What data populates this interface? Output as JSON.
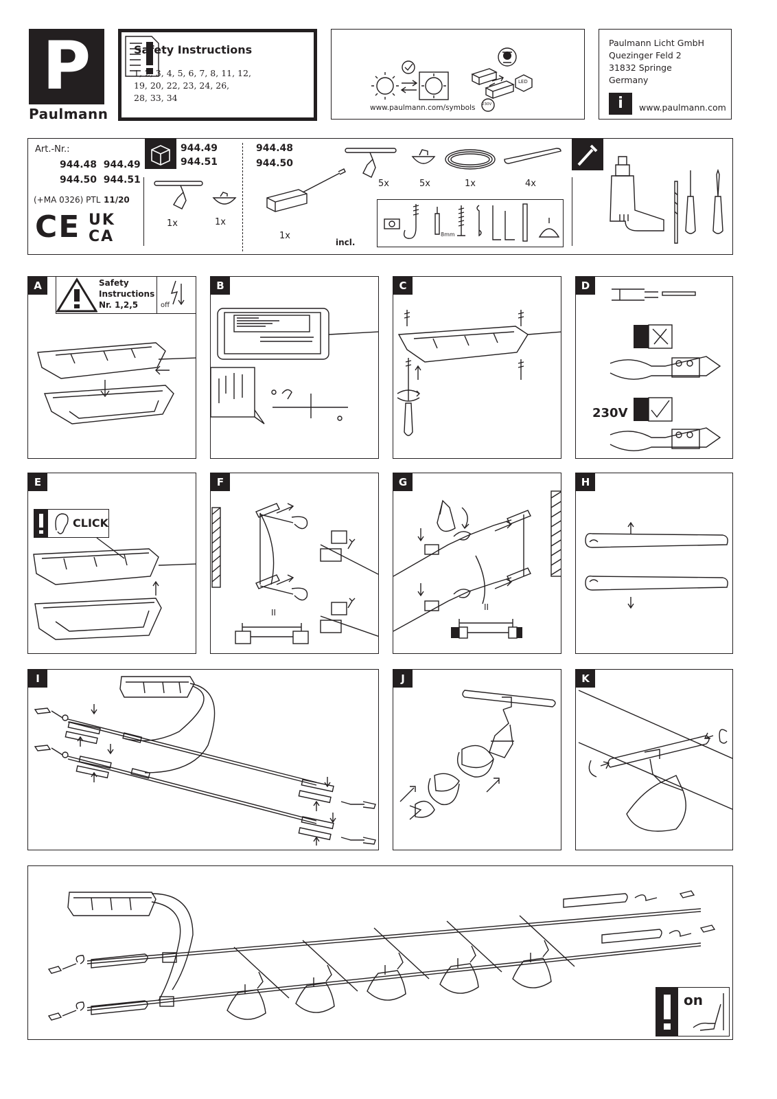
{
  "brand": {
    "logo_letter": "P",
    "name": "Paulmann"
  },
  "safety": {
    "title": "Safety Instructions",
    "line1": "1, 2, 3, 4, 5, 6, 7, 8, 11, 12,",
    "line2": "19, 20, 22, 23, 24, 26,",
    "line3": "28, 33, 34"
  },
  "symbols": {
    "url": "www.paulmann.com/symbols",
    "led_label": "LED",
    "volt_label": "230V"
  },
  "company": {
    "line1": "Paulmann Licht GmbH",
    "line2": "Quezinger Feld 2",
    "line3": "31832 Springe",
    "line4": "Germany",
    "info_letter": "i",
    "url": "www.paulmann.com"
  },
  "articles": {
    "label": "Art.-Nr.:",
    "row1": "944.48  944.49",
    "row2": "944.50  944.51",
    "code": "(+MA 0326) PTL",
    "date": "11/20",
    "ce": "CE",
    "ukca_top": "UK",
    "ukca_bottom": "CA"
  },
  "kit_a": {
    "art1": "944.49",
    "art2": "944.51",
    "qty_spot": "1x",
    "qty_shade": "1x"
  },
  "kit_b": {
    "art1": "944.48",
    "art2": "944.50",
    "qty_driver": "1x",
    "incl": "incl.",
    "qty_spot": "5x",
    "qty_shade": "5x",
    "qty_wire": "1x",
    "qty_tube": "4x",
    "dowel_size": "8mm"
  },
  "panels": {
    "a": {
      "label": "A",
      "safety_line1": "Safety",
      "safety_line2": "Instructions",
      "safety_line3": "Nr. 1,2,5",
      "off": "off"
    },
    "b": {
      "label": "B"
    },
    "c": {
      "label": "C"
    },
    "d": {
      "label": "D",
      "voltage": "230V"
    },
    "e": {
      "label": "E",
      "click": "CLICK"
    },
    "f": {
      "label": "F",
      "mark": "II"
    },
    "g": {
      "label": "G",
      "mark": "II"
    },
    "h": {
      "label": "H"
    },
    "i": {
      "label": "I"
    },
    "j": {
      "label": "J"
    },
    "k": {
      "label": "K"
    },
    "final": {
      "on": "on"
    }
  }
}
